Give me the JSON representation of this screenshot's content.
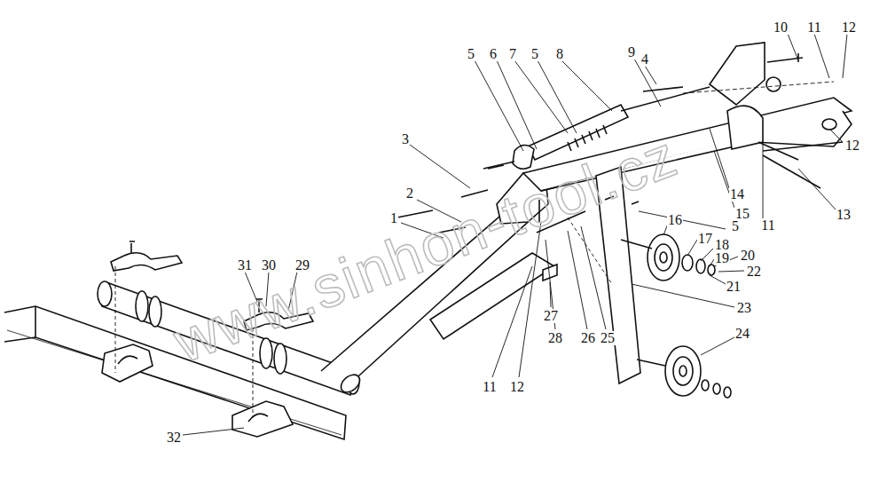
{
  "diagram": {
    "labels": [
      "10",
      "11",
      "12",
      "4",
      "5",
      "6",
      "7",
      "5",
      "8",
      "9",
      "12",
      "3",
      "14",
      "15",
      "11",
      "13",
      "2",
      "1",
      "16",
      "5",
      "17",
      "18",
      "19",
      "20",
      "22",
      "21",
      "23",
      "31",
      "30",
      "29",
      "27",
      "28",
      "26",
      "25",
      "24",
      "11",
      "12",
      "32",
      "www.sinhon-tool.cz"
    ]
  }
}
